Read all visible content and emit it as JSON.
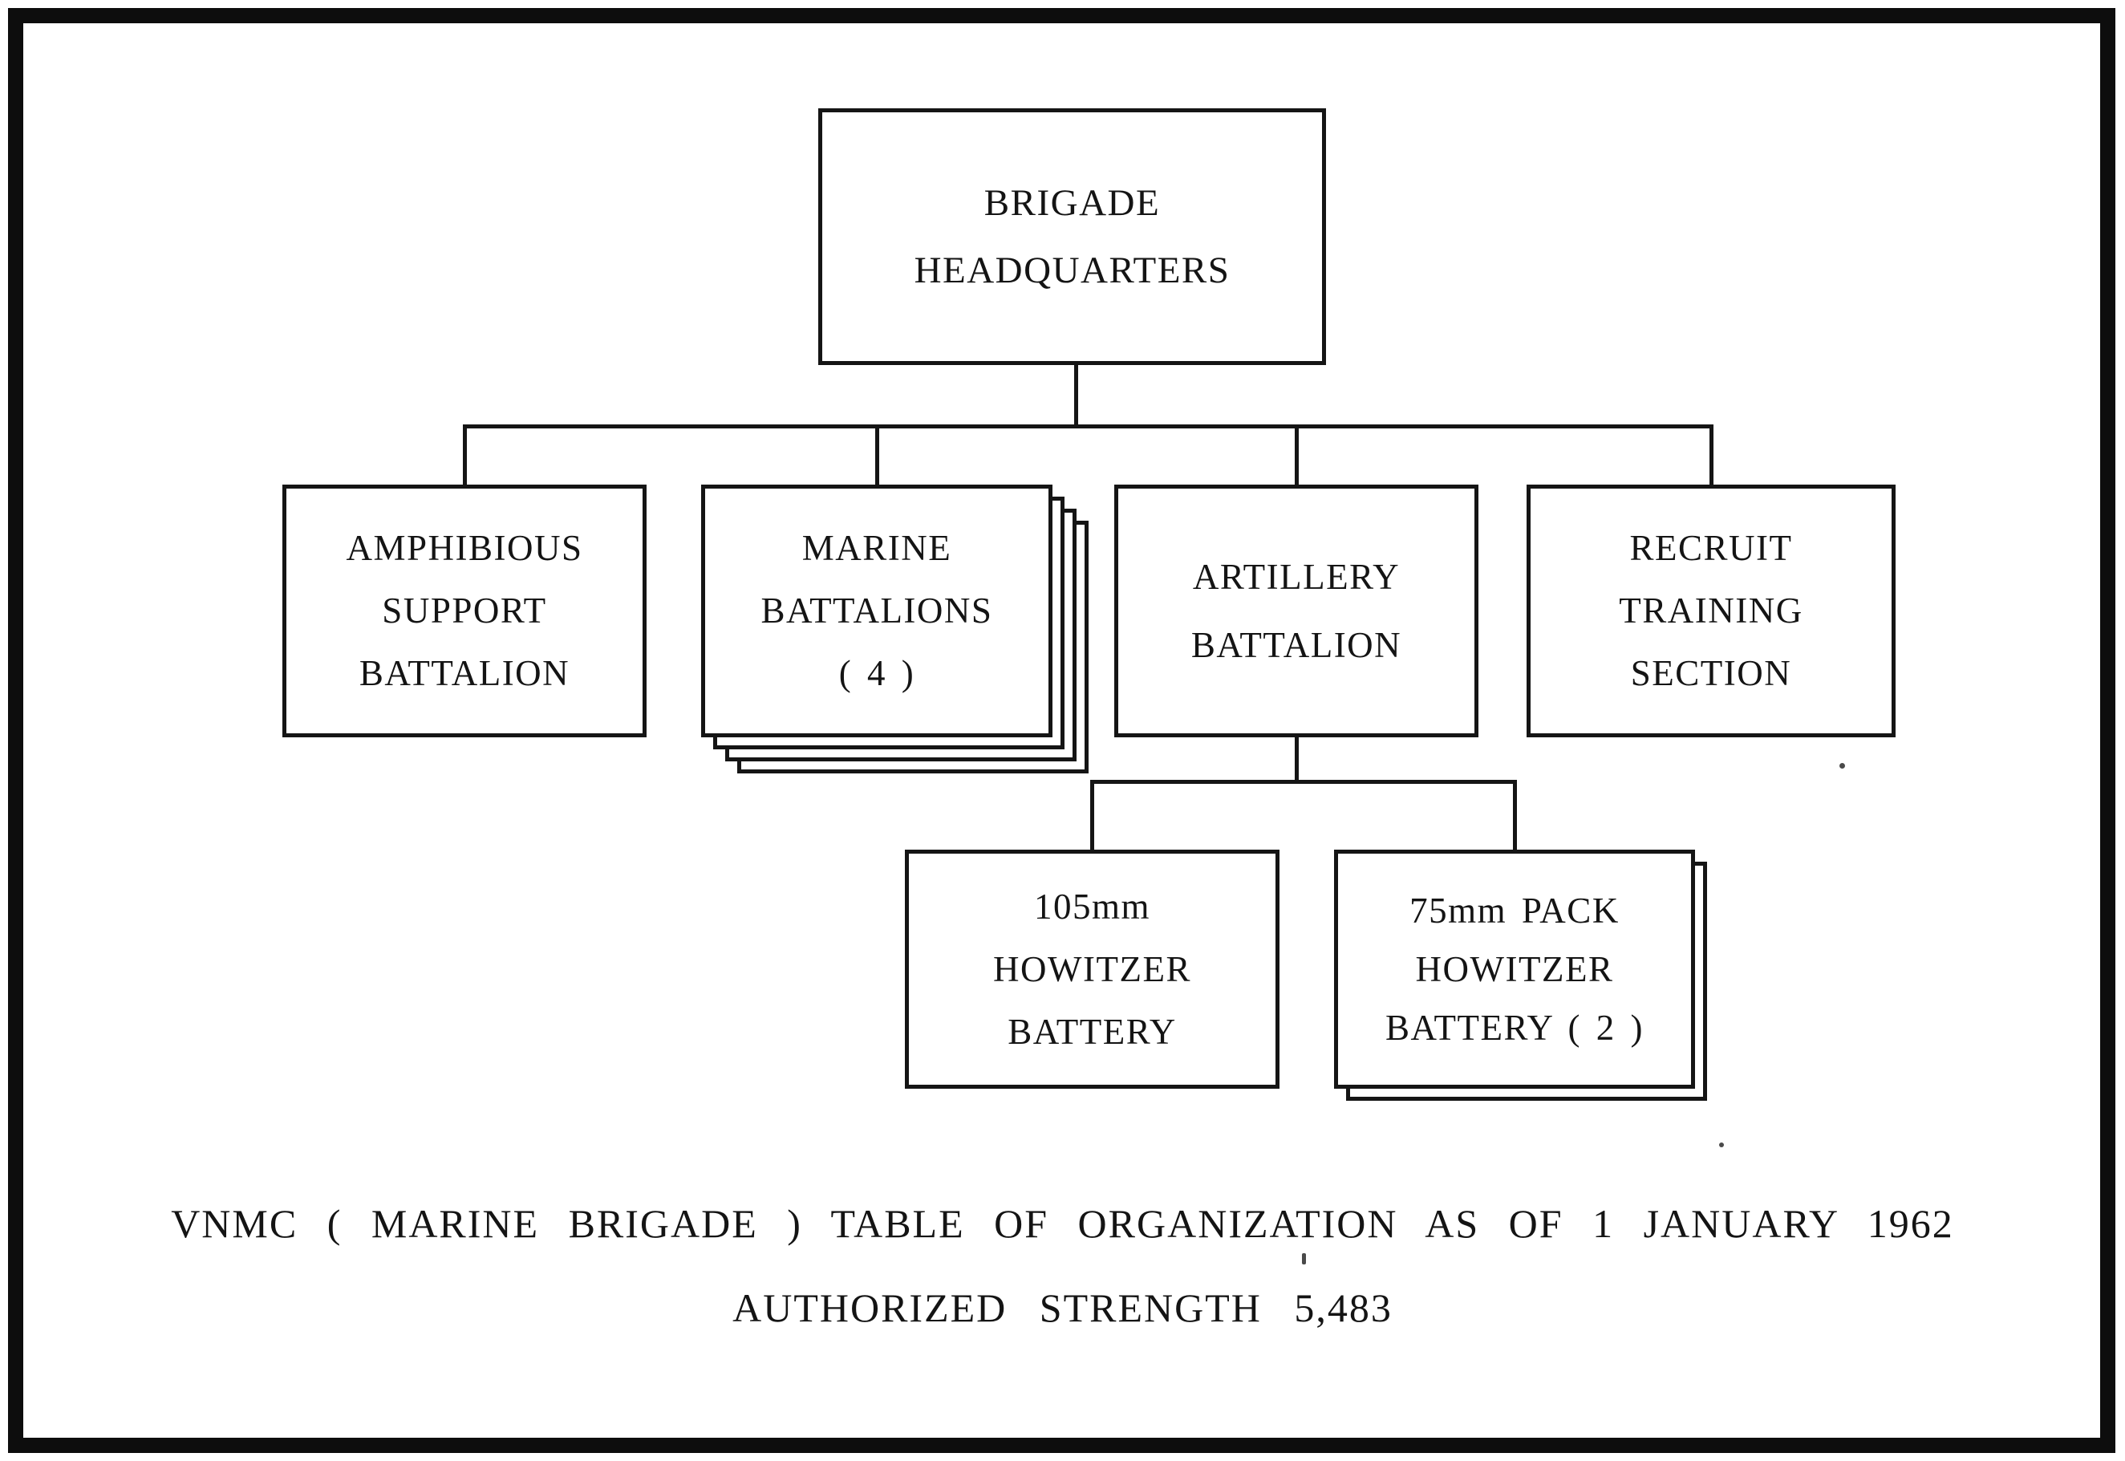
{
  "nodes": {
    "brigade_hq": {
      "lines": [
        "BRIGADE",
        "HEADQUARTERS"
      ]
    },
    "amphibious": {
      "lines": [
        "AMPHIBIOUS",
        "SUPPORT",
        "BATTALION"
      ]
    },
    "marine": {
      "lines": [
        "MARINE",
        "BATTALIONS",
        "( 4 )"
      ]
    },
    "artillery": {
      "lines": [
        "ARTILLERY",
        "BATTALION"
      ]
    },
    "recruit": {
      "lines": [
        "RECRUIT",
        "TRAINING",
        "SECTION"
      ]
    },
    "battery105": {
      "lines": [
        "105mm",
        "HOWITZER",
        "BATTERY"
      ]
    },
    "battery75": {
      "lines": [
        "75mm PACK",
        "HOWITZER",
        "BATTERY ( 2 )"
      ]
    }
  },
  "caption": {
    "line1": "VNMC ( MARINE BRIGADE ) TABLE OF ORGANIZATION AS OF 1 JANUARY 1962",
    "line2": "AUTHORIZED STRENGTH 5,483"
  },
  "colors": {
    "ink": "#141414",
    "paper": "#ffffff"
  }
}
